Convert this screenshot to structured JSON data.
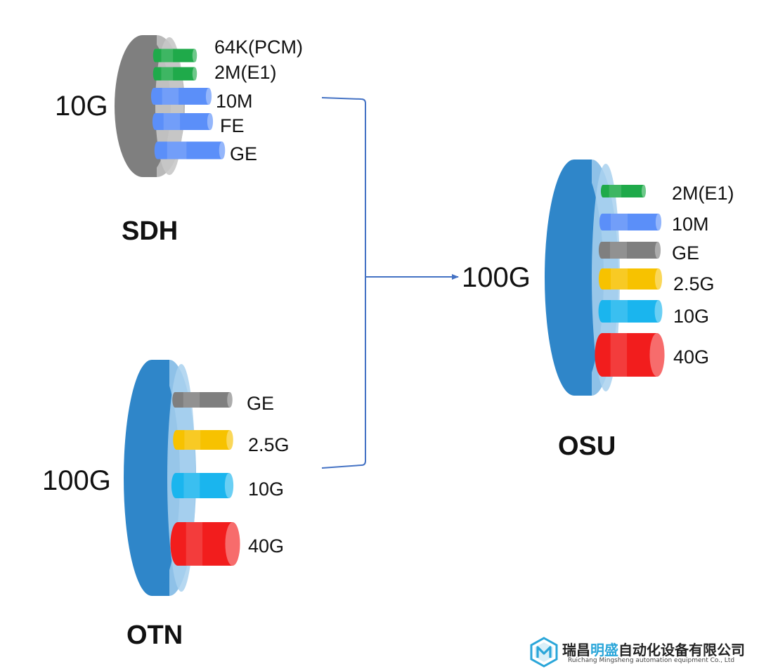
{
  "colors": {
    "green": "#1faa4a",
    "blue_light": "#5b8ff9",
    "gray": "#7f7f7f",
    "yellow": "#f7c200",
    "cyan": "#1ab5ee",
    "red": "#f21d1d",
    "disc_gray": "#7f7f7f",
    "disc_blue": "#2f86c9",
    "connector": "#4472c4",
    "logo_accent": "#2aa6d9"
  },
  "sdh": {
    "title": "SDH",
    "capacity": "10G",
    "channels": [
      {
        "label": "64K(PCM)",
        "color": "green"
      },
      {
        "label": "2M(E1)",
        "color": "green"
      },
      {
        "label": "10M",
        "color": "blue_light"
      },
      {
        "label": "FE",
        "color": "blue_light"
      },
      {
        "label": "GE",
        "color": "blue_light"
      }
    ]
  },
  "otn": {
    "title": "OTN",
    "capacity": "100G",
    "channels": [
      {
        "label": "GE",
        "color": "gray"
      },
      {
        "label": "2.5G",
        "color": "yellow"
      },
      {
        "label": "10G",
        "color": "cyan"
      },
      {
        "label": "40G",
        "color": "red"
      }
    ]
  },
  "osu": {
    "title": "OSU",
    "capacity": "100G",
    "channels": [
      {
        "label": "2M(E1)",
        "color": "green"
      },
      {
        "label": "10M",
        "color": "blue_light"
      },
      {
        "label": "GE",
        "color": "gray"
      },
      {
        "label": "2.5G",
        "color": "yellow"
      },
      {
        "label": "10G",
        "color": "cyan"
      },
      {
        "label": "40G",
        "color": "red"
      }
    ]
  },
  "logo": {
    "brand_prefix": "瑞昌",
    "brand_highlight": "明盛",
    "brand_suffix": "自动化设备有限公司",
    "subtitle": "Ruichang Mingsheng automation equipment Co., Ltd",
    "icon": "hexagon-m-logo"
  }
}
